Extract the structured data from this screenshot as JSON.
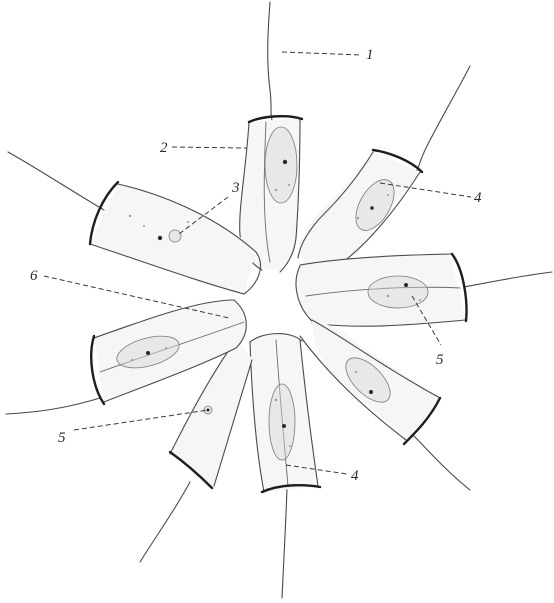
{
  "labels": [
    "1",
    "2",
    "3",
    "4",
    "5",
    "6",
    "4",
    "5"
  ]
}
